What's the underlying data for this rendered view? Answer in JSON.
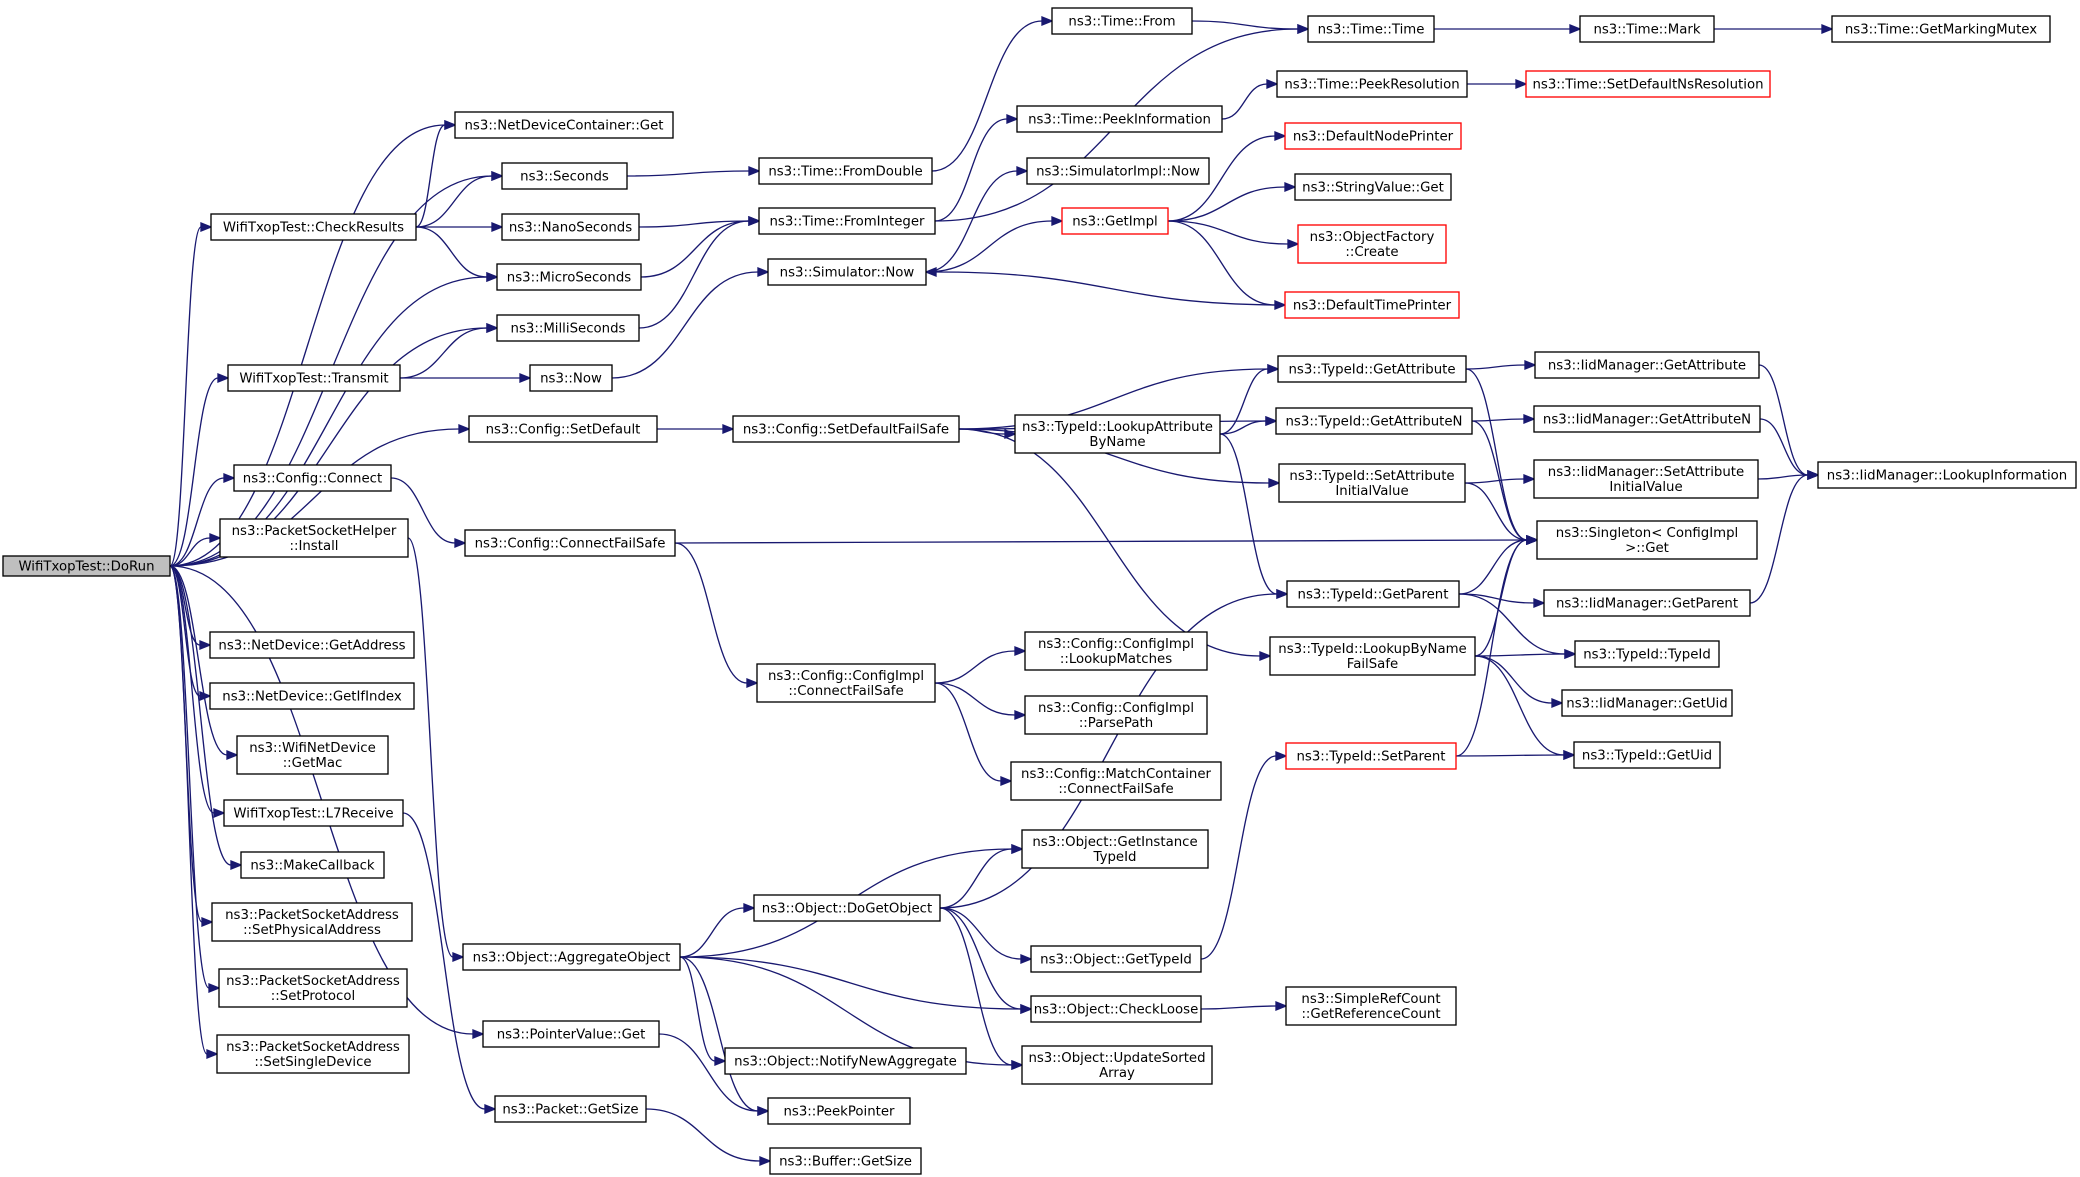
{
  "diagram": {
    "nodes": [
      {
        "id": "n0",
        "lines": [
          "WifiTxopTest::DoRun"
        ],
        "style": "root"
      },
      {
        "id": "n1",
        "lines": [
          "ns3::NetDeviceContainer::Get"
        ]
      },
      {
        "id": "n2",
        "lines": [
          "WifiTxopTest::CheckResults"
        ]
      },
      {
        "id": "n3",
        "lines": [
          "ns3::Seconds"
        ]
      },
      {
        "id": "n4",
        "lines": [
          "ns3::NanoSeconds"
        ]
      },
      {
        "id": "n5",
        "lines": [
          "ns3::MicroSeconds"
        ]
      },
      {
        "id": "n6",
        "lines": [
          "ns3::MilliSeconds"
        ]
      },
      {
        "id": "n7",
        "lines": [
          "WifiTxopTest::Transmit"
        ]
      },
      {
        "id": "n8",
        "lines": [
          "ns3::Now"
        ]
      },
      {
        "id": "n9",
        "lines": [
          "ns3::Config::SetDefault"
        ]
      },
      {
        "id": "n10",
        "lines": [
          "ns3::Config::Connect"
        ]
      },
      {
        "id": "n11",
        "lines": [
          "ns3::PacketSocketHelper",
          "::Install"
        ]
      },
      {
        "id": "n12",
        "lines": [
          "ns3::NetDevice::GetAddress"
        ]
      },
      {
        "id": "n13",
        "lines": [
          "ns3::NetDevice::GetIfIndex"
        ]
      },
      {
        "id": "n14",
        "lines": [
          "ns3::WifiNetDevice",
          "::GetMac"
        ]
      },
      {
        "id": "n15",
        "lines": [
          "WifiTxopTest::L7Receive"
        ]
      },
      {
        "id": "n16",
        "lines": [
          "ns3::MakeCallback"
        ]
      },
      {
        "id": "n17",
        "lines": [
          "ns3::PacketSocketAddress",
          "::SetPhysicalAddress"
        ]
      },
      {
        "id": "n18",
        "lines": [
          "ns3::PacketSocketAddress",
          "::SetProtocol"
        ]
      },
      {
        "id": "n19",
        "lines": [
          "ns3::PacketSocketAddress",
          "::SetSingleDevice"
        ]
      },
      {
        "id": "n20",
        "lines": [
          "ns3::Time::FromDouble"
        ]
      },
      {
        "id": "n21",
        "lines": [
          "ns3::Time::FromInteger"
        ]
      },
      {
        "id": "n22",
        "lines": [
          "ns3::Simulator::Now"
        ]
      },
      {
        "id": "n23",
        "lines": [
          "ns3::Config::SetDefaultFailSafe"
        ]
      },
      {
        "id": "n24",
        "lines": [
          "ns3::Config::ConnectFailSafe"
        ]
      },
      {
        "id": "n25",
        "lines": [
          "ns3::Config::ConfigImpl",
          "::ConnectFailSafe"
        ]
      },
      {
        "id": "n26",
        "lines": [
          "ns3::Object::AggregateObject"
        ]
      },
      {
        "id": "n27",
        "lines": [
          "ns3::PointerValue::Get"
        ]
      },
      {
        "id": "n28",
        "lines": [
          "ns3::Packet::GetSize"
        ]
      },
      {
        "id": "n29",
        "lines": [
          "ns3::Time::From"
        ]
      },
      {
        "id": "n30",
        "lines": [
          "ns3::Time::Time"
        ]
      },
      {
        "id": "n31",
        "lines": [
          "ns3::Time::PeekInformation"
        ]
      },
      {
        "id": "n32",
        "lines": [
          "ns3::SimulatorImpl::Now"
        ]
      },
      {
        "id": "n33",
        "lines": [
          "ns3::GetImpl"
        ],
        "style": "red"
      },
      {
        "id": "n34",
        "lines": [
          "ns3::TypeId::LookupAttribute",
          "ByName"
        ]
      },
      {
        "id": "n35",
        "lines": [
          "ns3::Config::ConfigImpl",
          "::LookupMatches"
        ]
      },
      {
        "id": "n36",
        "lines": [
          "ns3::Config::ConfigImpl",
          "::ParsePath"
        ]
      },
      {
        "id": "n37",
        "lines": [
          "ns3::Config::MatchContainer",
          "::ConnectFailSafe"
        ]
      },
      {
        "id": "n38",
        "lines": [
          "ns3::Object::GetInstance",
          "TypeId"
        ]
      },
      {
        "id": "n39",
        "lines": [
          "ns3::Object::DoGetObject"
        ]
      },
      {
        "id": "n40",
        "lines": [
          "ns3::Object::GetTypeId"
        ]
      },
      {
        "id": "n41",
        "lines": [
          "ns3::Object::CheckLoose"
        ]
      },
      {
        "id": "n42",
        "lines": [
          "ns3::Object::NotifyNewAggregate"
        ]
      },
      {
        "id": "n43",
        "lines": [
          "ns3::Object::UpdateSorted",
          "Array"
        ]
      },
      {
        "id": "n44",
        "lines": [
          "ns3::PeekPointer"
        ]
      },
      {
        "id": "n45",
        "lines": [
          "ns3::Buffer::GetSize"
        ]
      },
      {
        "id": "n46",
        "lines": [
          "ns3::Time::Mark"
        ]
      },
      {
        "id": "n47",
        "lines": [
          "ns3::Time::PeekResolution"
        ]
      },
      {
        "id": "n48",
        "lines": [
          "ns3::DefaultNodePrinter"
        ],
        "style": "red"
      },
      {
        "id": "n49",
        "lines": [
          "ns3::StringValue::Get"
        ]
      },
      {
        "id": "n50",
        "lines": [
          "ns3::ObjectFactory",
          "::Create"
        ],
        "style": "red"
      },
      {
        "id": "n51",
        "lines": [
          "ns3::DefaultTimePrinter"
        ],
        "style": "red"
      },
      {
        "id": "n52",
        "lines": [
          "ns3::TypeId::GetAttribute"
        ]
      },
      {
        "id": "n53",
        "lines": [
          "ns3::TypeId::GetAttributeN"
        ]
      },
      {
        "id": "n54",
        "lines": [
          "ns3::TypeId::SetAttribute",
          "InitialValue"
        ]
      },
      {
        "id": "n55",
        "lines": [
          "ns3::TypeId::GetParent"
        ]
      },
      {
        "id": "n56",
        "lines": [
          "ns3::TypeId::LookupByName",
          "FailSafe"
        ]
      },
      {
        "id": "n57",
        "lines": [
          "ns3::TypeId::SetParent"
        ],
        "style": "red"
      },
      {
        "id": "n58",
        "lines": [
          "ns3::Time::GetMarkingMutex"
        ]
      },
      {
        "id": "n59",
        "lines": [
          "ns3::Time::SetDefaultNsResolution"
        ],
        "style": "red"
      },
      {
        "id": "n60",
        "lines": [
          "ns3::IidManager::GetAttribute"
        ]
      },
      {
        "id": "n61",
        "lines": [
          "ns3::IidManager::GetAttributeN"
        ]
      },
      {
        "id": "n62",
        "lines": [
          "ns3::IidManager::SetAttribute",
          "InitialValue"
        ]
      },
      {
        "id": "n63",
        "lines": [
          "ns3::IidManager::LookupInformation"
        ]
      },
      {
        "id": "n64",
        "lines": [
          "ns3::Singleton< ConfigImpl",
          " >::Get"
        ]
      },
      {
        "id": "n65",
        "lines": [
          "ns3::IidManager::GetParent"
        ]
      },
      {
        "id": "n66",
        "lines": [
          "ns3::TypeId::TypeId"
        ]
      },
      {
        "id": "n67",
        "lines": [
          "ns3::IidManager::GetUid"
        ]
      },
      {
        "id": "n68",
        "lines": [
          "ns3::TypeId::GetUid"
        ]
      }
    ],
    "edges": [
      [
        "n0",
        "n1"
      ],
      [
        "n0",
        "n2"
      ],
      [
        "n0",
        "n3"
      ],
      [
        "n0",
        "n5"
      ],
      [
        "n0",
        "n6"
      ],
      [
        "n0",
        "n7"
      ],
      [
        "n0",
        "n9"
      ],
      [
        "n0",
        "n10"
      ],
      [
        "n0",
        "n11"
      ],
      [
        "n0",
        "n12"
      ],
      [
        "n0",
        "n13"
      ],
      [
        "n0",
        "n14"
      ],
      [
        "n0",
        "n15"
      ],
      [
        "n0",
        "n16"
      ],
      [
        "n0",
        "n17"
      ],
      [
        "n0",
        "n18"
      ],
      [
        "n0",
        "n19"
      ],
      [
        "n0",
        "n27"
      ],
      [
        "n2",
        "n1"
      ],
      [
        "n2",
        "n3"
      ],
      [
        "n2",
        "n4"
      ],
      [
        "n2",
        "n5"
      ],
      [
        "n3",
        "n20"
      ],
      [
        "n4",
        "n21"
      ],
      [
        "n5",
        "n21"
      ],
      [
        "n6",
        "n21"
      ],
      [
        "n7",
        "n6"
      ],
      [
        "n7",
        "n8"
      ],
      [
        "n8",
        "n22"
      ],
      [
        "n9",
        "n23"
      ],
      [
        "n10",
        "n24"
      ],
      [
        "n11",
        "n26"
      ],
      [
        "n15",
        "n28"
      ],
      [
        "n20",
        "n29"
      ],
      [
        "n21",
        "n30"
      ],
      [
        "n21",
        "n31"
      ],
      [
        "n29",
        "n30"
      ],
      [
        "n30",
        "n46"
      ],
      [
        "n46",
        "n58"
      ],
      [
        "n31",
        "n47"
      ],
      [
        "n47",
        "n59"
      ],
      [
        "n22",
        "n32"
      ],
      [
        "n22",
        "n33"
      ],
      [
        "n33",
        "n48"
      ],
      [
        "n33",
        "n49"
      ],
      [
        "n33",
        "n50"
      ],
      [
        "n33",
        "n51"
      ],
      [
        "n51",
        "n22"
      ],
      [
        "n23",
        "n34"
      ],
      [
        "n23",
        "n52"
      ],
      [
        "n23",
        "n53"
      ],
      [
        "n23",
        "n54"
      ],
      [
        "n23",
        "n56"
      ],
      [
        "n34",
        "n52"
      ],
      [
        "n34",
        "n53"
      ],
      [
        "n34",
        "n55"
      ],
      [
        "n52",
        "n60"
      ],
      [
        "n52",
        "n64"
      ],
      [
        "n53",
        "n61"
      ],
      [
        "n53",
        "n64"
      ],
      [
        "n54",
        "n62"
      ],
      [
        "n54",
        "n64"
      ],
      [
        "n60",
        "n63"
      ],
      [
        "n61",
        "n63"
      ],
      [
        "n62",
        "n63"
      ],
      [
        "n24",
        "n64"
      ],
      [
        "n24",
        "n25"
      ],
      [
        "n25",
        "n35"
      ],
      [
        "n25",
        "n36"
      ],
      [
        "n25",
        "n37"
      ],
      [
        "n55",
        "n64"
      ],
      [
        "n55",
        "n65"
      ],
      [
        "n55",
        "n66"
      ],
      [
        "n65",
        "n63"
      ],
      [
        "n56",
        "n64"
      ],
      [
        "n56",
        "n66"
      ],
      [
        "n56",
        "n67"
      ],
      [
        "n56",
        "n68"
      ],
      [
        "n57",
        "n64"
      ],
      [
        "n57",
        "n68"
      ],
      [
        "n26",
        "n38"
      ],
      [
        "n26",
        "n39"
      ],
      [
        "n26",
        "n41"
      ],
      [
        "n26",
        "n42"
      ],
      [
        "n26",
        "n43"
      ],
      [
        "n26",
        "n44"
      ],
      [
        "n39",
        "n38"
      ],
      [
        "n39",
        "n40"
      ],
      [
        "n39",
        "n41"
      ],
      [
        "n39",
        "n43"
      ],
      [
        "n39",
        "n55"
      ],
      [
        "n40",
        "n57"
      ],
      [
        "n41",
        "n69"
      ],
      [
        "n27",
        "n44"
      ],
      [
        "n28",
        "n45"
      ]
    ],
    "extra_nodes": [
      {
        "id": "n69",
        "lines": [
          "ns3::SimpleRefCount",
          "::GetReferenceCount"
        ]
      }
    ]
  }
}
